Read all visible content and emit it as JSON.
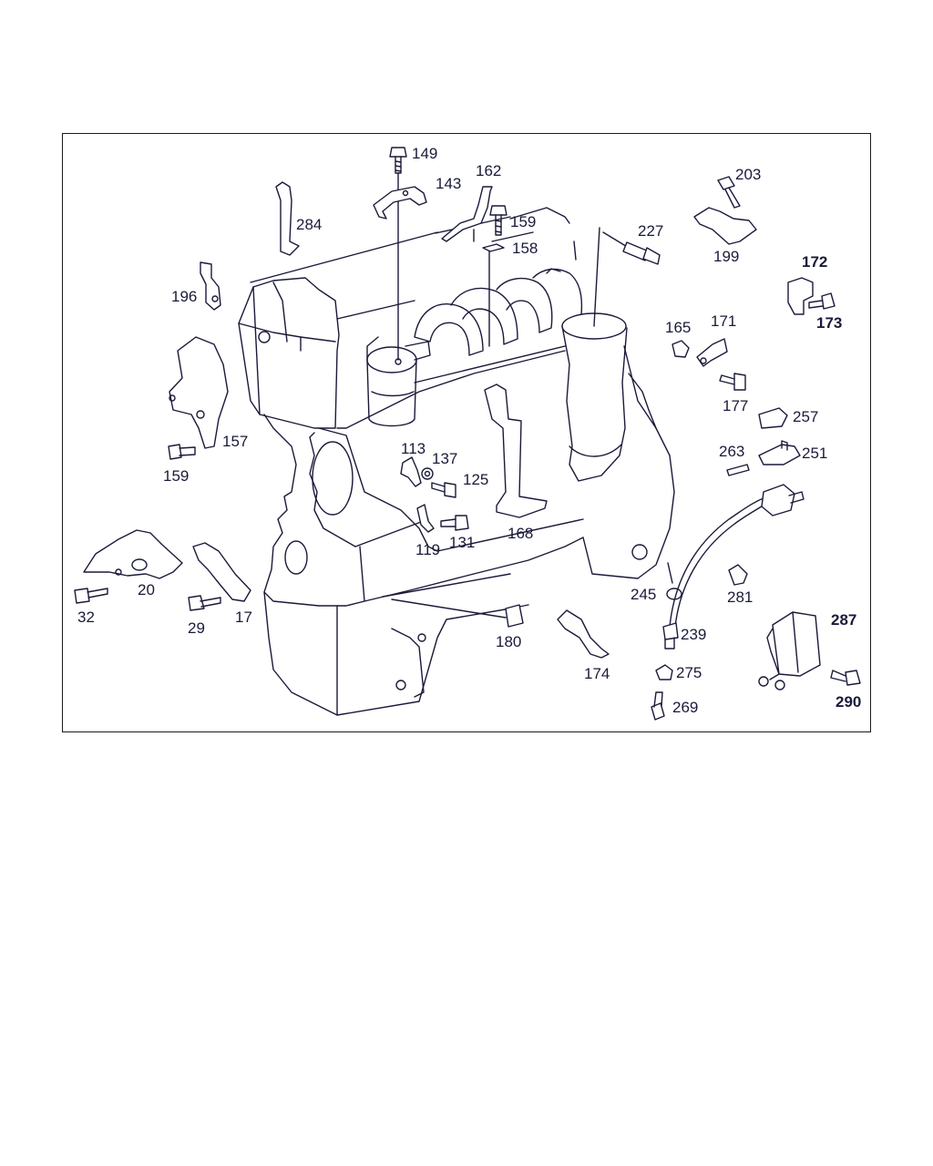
{
  "diagram": {
    "colors": {
      "ink": "#1a1a3a",
      "background": "#ffffff",
      "frame": "#1a1a1a"
    },
    "labels": [
      "149",
      "143",
      "162",
      "159",
      "158",
      "227",
      "203",
      "199",
      "284",
      "196",
      "172",
      "173",
      "165",
      "171",
      "177",
      "257",
      "263",
      "251",
      "157",
      "159",
      "113",
      "137",
      "125",
      "119",
      "131",
      "168",
      "20",
      "32",
      "29",
      "17",
      "245",
      "281",
      "180",
      "239",
      "174",
      "275",
      "269",
      "287",
      "290"
    ]
  }
}
